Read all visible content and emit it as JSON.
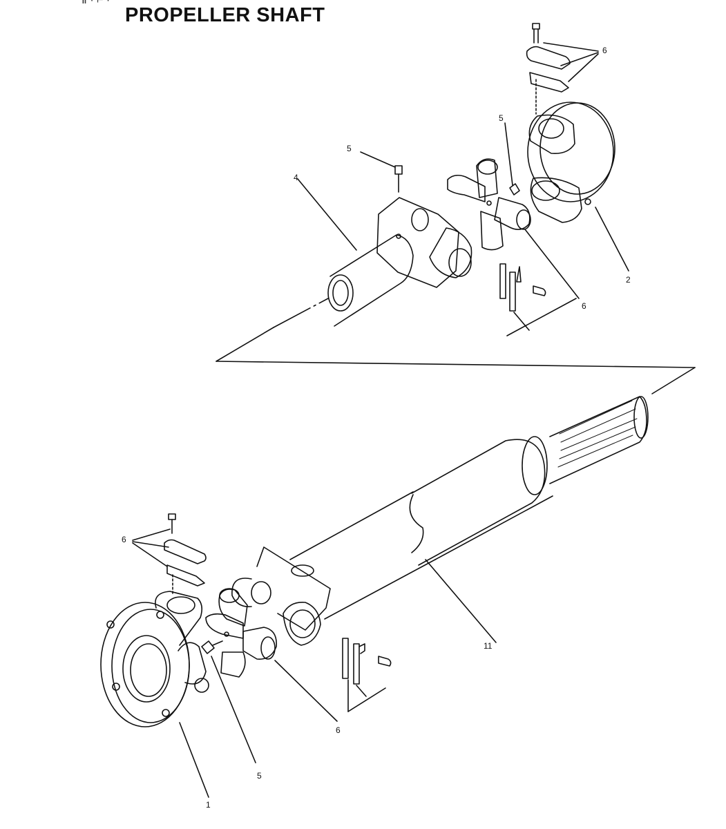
{
  "header": {
    "title": "PROPELLER SHAFT",
    "corner_mark": "Ⅱ ·  ⌐ ·"
  },
  "callouts": [
    {
      "id": "c6a",
      "text": "6"
    },
    {
      "id": "c5a",
      "text": "5"
    },
    {
      "id": "c5b",
      "text": "5"
    },
    {
      "id": "c4",
      "text": "4"
    },
    {
      "id": "c2",
      "text": "2"
    },
    {
      "id": "c6b",
      "text": "6"
    },
    {
      "id": "c6c",
      "text": "6"
    },
    {
      "id": "c11",
      "text": "11"
    },
    {
      "id": "c6d",
      "text": "6"
    },
    {
      "id": "c5c",
      "text": "5"
    },
    {
      "id": "c1",
      "text": "1"
    }
  ]
}
